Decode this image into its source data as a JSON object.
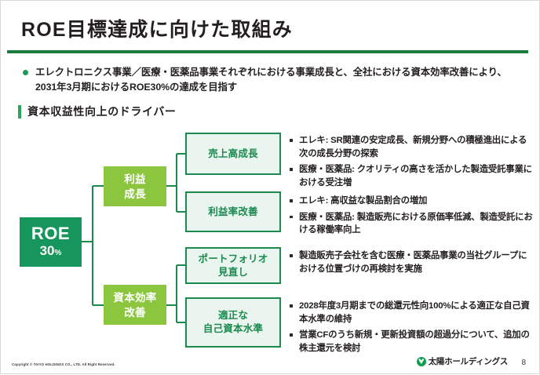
{
  "slide": {
    "title": "ROE目標達成に向けた取組み",
    "intro_bullet": "エレクトロニクス事業／医療・医薬品事業それぞれにおける事業成長と、全社における資本効率改善により、2031年3月期におけるROE30%の達成を目指す",
    "section_header": "資本収益性向上のドライバー"
  },
  "diagram": {
    "root": {
      "main": "ROE",
      "value": "30",
      "unit": "%"
    },
    "branches": [
      {
        "label_line1": "利益",
        "label_line2": "成長"
      },
      {
        "label_line1": "資本効率",
        "label_line2": "改善"
      }
    ],
    "leaves": [
      {
        "line1": "売上高成長",
        "line2": ""
      },
      {
        "line1": "利益率改善",
        "line2": ""
      },
      {
        "line1": "ポートフォリオ",
        "line2": "見直し"
      },
      {
        "line1": "適正な",
        "line2": "自己資本水準"
      }
    ],
    "details": [
      {
        "items": [
          "エレキ: SR関連の安定成長、新規分野への積極進出による次の成長分野の探索",
          "医療・医薬品: クオリティの高さを活かした製造受託事業における受注増"
        ]
      },
      {
        "items": [
          "エレキ: 高収益な製品割合の増加",
          "医療・医薬品: 製造販売における原価率低減、製造受託における稼働率向上"
        ]
      },
      {
        "items": [
          "製造販売子会社を含む医療・医薬品事業の当社グループにおける位置づけの再検討を実施"
        ]
      },
      {
        "items": [
          "2028年度3月期までの総還元性向100%による適正な自己資本水準の維持",
          "営業CFのうち新規・更新投資額の超過分について、追加の株主還元を検討"
        ]
      }
    ]
  },
  "footer": {
    "copyright": "Copyright © TAIYO HOLDINGS CO., LTD.  All Right Reserved.",
    "company": "太陽ホールディングス",
    "page_number": "8"
  },
  "colors": {
    "dark_green": "#16965c",
    "rule_green": "#1b7a3e",
    "light_green": "#8cc63f",
    "mint_fill": "#e9f5ee",
    "leaf_border": "#1b8a4f",
    "text": "#231f20"
  }
}
